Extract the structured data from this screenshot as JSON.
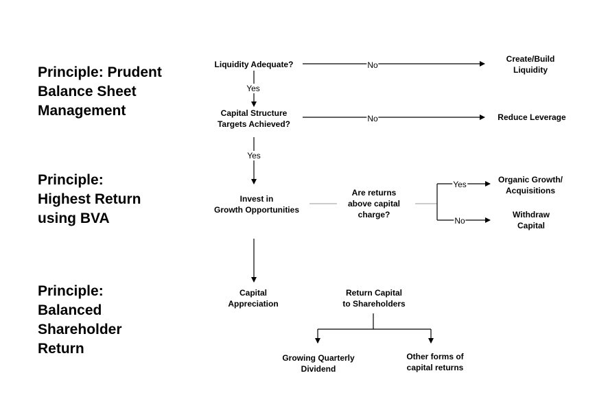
{
  "principles": [
    {
      "lines": [
        "Principle: Prudent",
        "Balance Sheet",
        "Management"
      ]
    },
    {
      "lines": [
        "Principle:",
        "Highest Return",
        "using BVA"
      ]
    },
    {
      "lines": [
        "Principle:",
        "Balanced",
        "Shareholder",
        "Return"
      ]
    }
  ],
  "nodes": {
    "liquidity": [
      "Liquidity Adequate?"
    ],
    "create_liquidity": [
      "Create/Build",
      "Liquidity"
    ],
    "capital_structure": [
      "Capital Structure",
      "Targets Achieved?"
    ],
    "reduce_leverage": [
      "Reduce Leverage"
    ],
    "invest": [
      "Invest in",
      "Growth Opportunities"
    ],
    "returns_question": [
      "Are returns",
      "above capital",
      "charge?"
    ],
    "organic_growth": [
      "Organic Growth/",
      "Acquisitions"
    ],
    "withdraw": [
      "Withdraw",
      "Capital"
    ],
    "capital_appreciation": [
      "Capital",
      "Appreciation"
    ],
    "return_capital": [
      "Return Capital",
      "to Shareholders"
    ],
    "dividend": [
      "Growing Quarterly",
      "Dividend"
    ],
    "other_returns": [
      "Other forms of",
      "capital returns"
    ]
  },
  "edge_labels": {
    "yes": "Yes",
    "no": "No"
  }
}
